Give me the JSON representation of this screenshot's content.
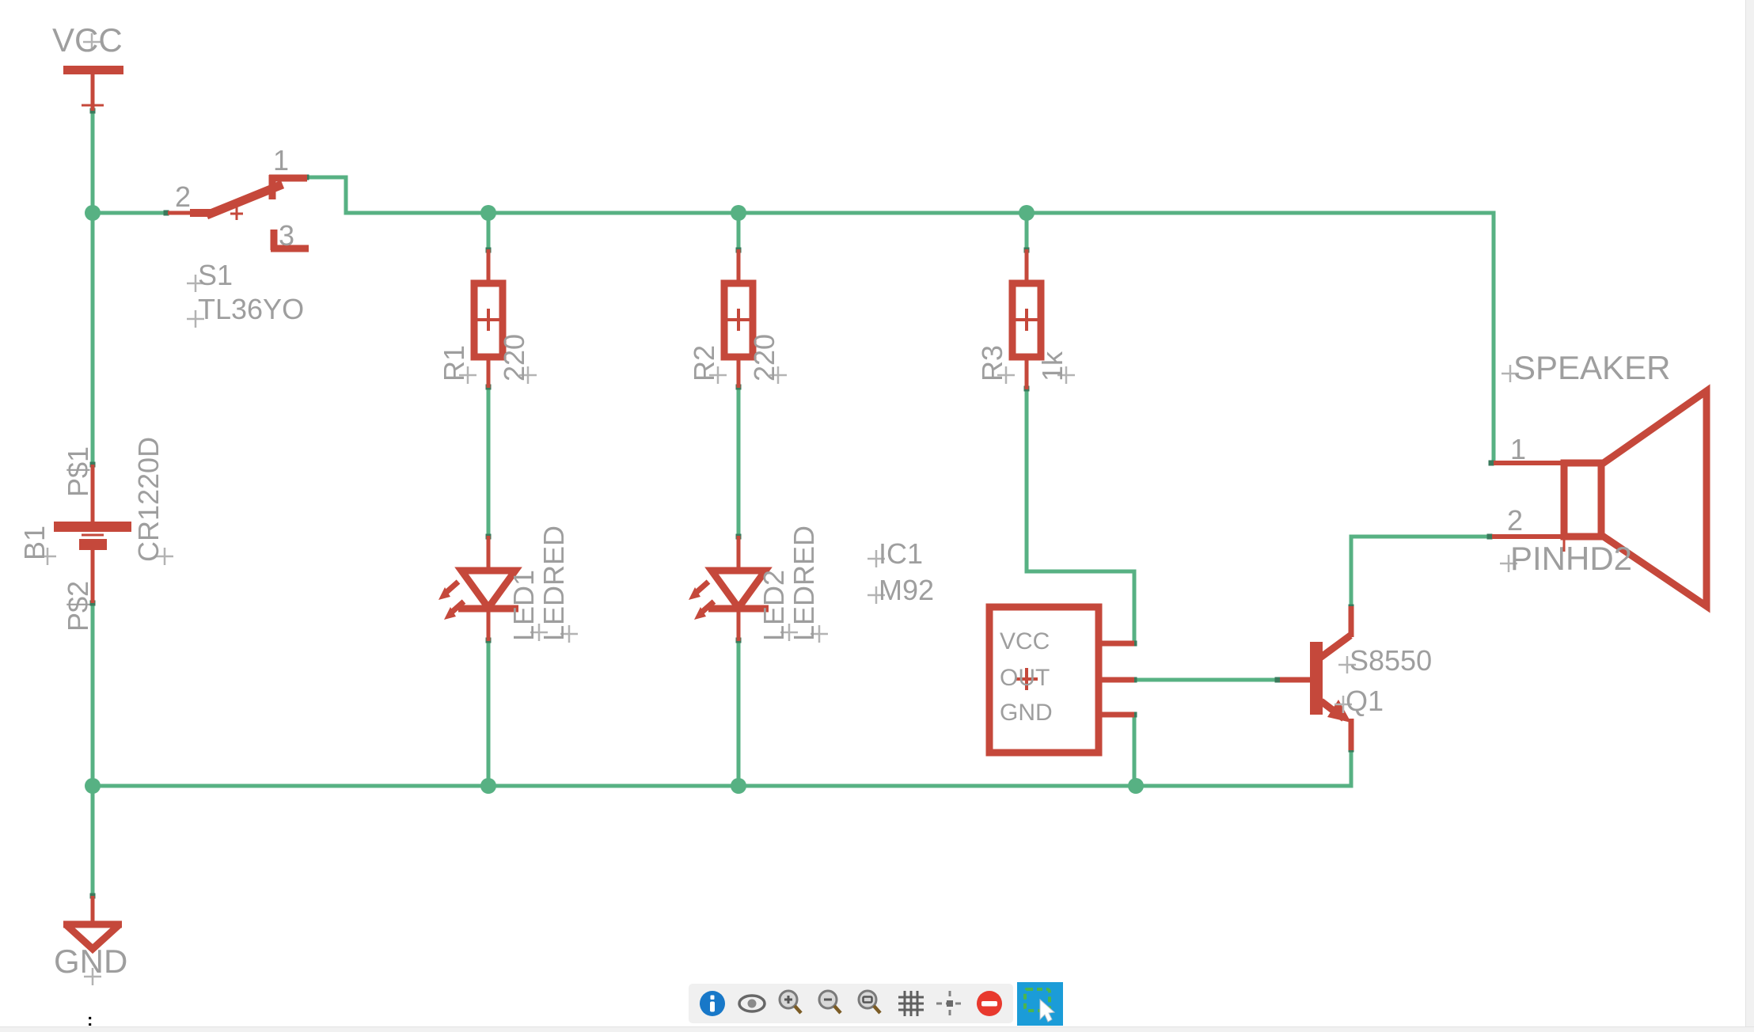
{
  "canvas": {
    "power": {
      "vcc": "VCC",
      "gnd": "GND"
    },
    "components": {
      "battery": {
        "ref": "B1",
        "value": "CR1220D",
        "pin1": "P$1",
        "pin2": "P$2"
      },
      "switch": {
        "ref": "S1",
        "value": "TL36YO",
        "pin1": "1",
        "pin2": "2",
        "pin3": "3"
      },
      "r1": {
        "ref": "R1",
        "value": "220"
      },
      "r2": {
        "ref": "R2",
        "value": "220"
      },
      "r3": {
        "ref": "R3",
        "value": "1k"
      },
      "led1": {
        "ref": "LED1",
        "value": "LEDRED"
      },
      "led2": {
        "ref": "LED2",
        "value": "LEDRED"
      },
      "ic1": {
        "ref": "IC1",
        "value": "M92",
        "pin_vcc": "VCC",
        "pin_out": "OUT",
        "pin_gnd": "GND"
      },
      "q1": {
        "ref": "Q1",
        "value": "S8550"
      },
      "speaker": {
        "ref": "SPEAKER",
        "value": "PINHD2",
        "pin1": "1",
        "pin2": "2"
      }
    },
    "cursor_text": ":"
  },
  "toolbar": {
    "active_tool": "select-region",
    "buttons": [
      {
        "name": "info"
      },
      {
        "name": "eye"
      },
      {
        "name": "zoom-in"
      },
      {
        "name": "zoom-out"
      },
      {
        "name": "zoom-to-fit"
      },
      {
        "name": "grid"
      },
      {
        "name": "crosshair"
      },
      {
        "name": "delete"
      },
      {
        "name": "select-region"
      }
    ]
  },
  "colors": {
    "wire_green": "#57b183",
    "junction_green": "#57b183",
    "pad_dark_green": "#3a7a5c",
    "symbol_red": "#c5483b",
    "label_gray": "#9e9e9e",
    "origin_cross_gray": "#b3b3b3",
    "toolbar_bg": "#f0f0f0",
    "active_tool_blue": "#1b9cd8",
    "info_blue": "#1878c8",
    "stop_red": "#e8392e",
    "selection_dash_green": "#4cb64c",
    "scrollbar_track": "#f1f1f1"
  }
}
